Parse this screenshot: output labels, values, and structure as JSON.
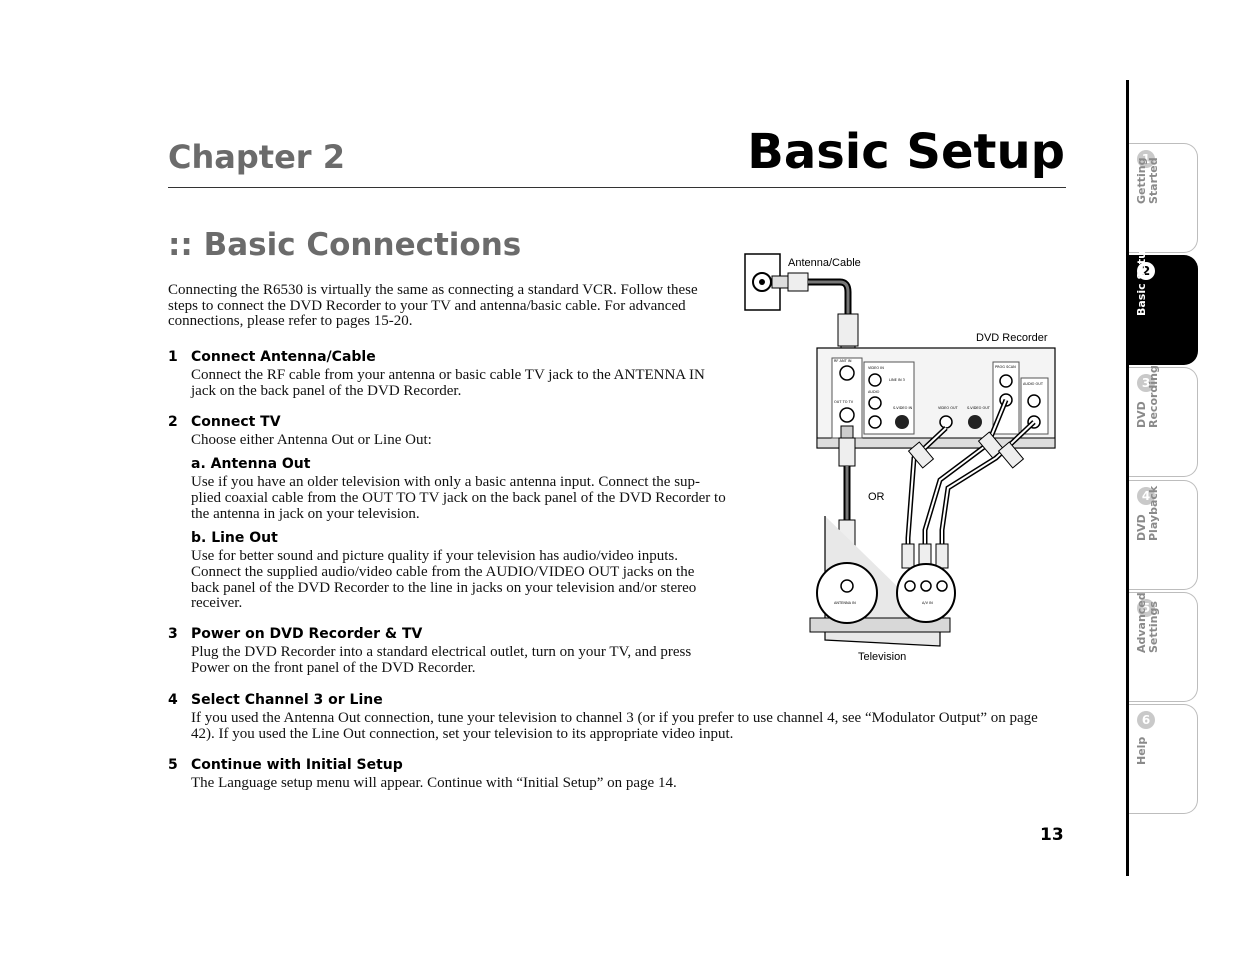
{
  "header": {
    "chapter": "Chapter 2",
    "title": "Basic Setup",
    "section": ":: Basic Connections"
  },
  "intro": "Connecting the R6530 is virtually the same as connecting a standard VCR. Follow these steps to connect the DVD Recorder to your TV and antenna/basic cable. For advanced connections, please refer to pages 15-20.",
  "steps": [
    {
      "num": "1",
      "title": "Connect Antenna/Cable",
      "body": "Connect the RF cable from your antenna or basic cable TV jack to the ANTENNA IN jack on the back panel of the DVD Recorder."
    },
    {
      "num": "2",
      "title": "Connect TV",
      "body": "Choose either Antenna Out or Line Out:",
      "subs": [
        {
          "title": "a. Antenna Out",
          "body": "Use if you have an older television with only a basic antenna input. Connect the sup-plied coaxial cable from the OUT TO TV jack on the back panel of the DVD Recorder to the antenna in jack on your television."
        },
        {
          "title": "b. Line Out",
          "body": "Use for better sound and picture quality if your television has audio/video inputs. Connect the supplied audio/video cable from the AUDIO/VIDEO OUT jacks on the back panel of the DVD Recorder to the line in jacks on your television and/or stereo receiver."
        }
      ]
    },
    {
      "num": "3",
      "title": "Power on DVD Recorder & TV",
      "body": "Plug the DVD Recorder into a standard electrical outlet, turn on your TV, and press Power on the front panel of the DVD Recorder."
    },
    {
      "num": "4",
      "title": "Select Channel 3 or Line",
      "body": "If you used the Antenna Out connection, tune your television to channel 3 (or if you prefer to use channel 4, see “Modulator Output” on page 42). If you used the Line Out connection, set your television to its appropriate video input."
    },
    {
      "num": "5",
      "title": "Continue with Initial Setup",
      "body": "The Language setup menu will appear. Continue with “Initial Setup” on page 14."
    }
  ],
  "diagram": {
    "antenna_label": "Antenna/Cable",
    "recorder_label": "DVD Recorder",
    "or_label": "OR",
    "tv_label": "Television",
    "jack_labels": {
      "rf_in": "RF ANT IN",
      "out_to_tv": "OUT TO TV",
      "video": "VIDEO IN",
      "audio": "AUDIO",
      "line_in": "LINE IN 3",
      "svideo_in": "S-VIDEO IN",
      "video_out": "VIDEO OUT",
      "svideo_out": "S-VIDEO OUT",
      "prog_scan": "PROG SCAN",
      "audio_out": "AUDIO OUT",
      "tv_antenna_in": "ANTENNA IN",
      "tv_av_in": "A/V IN"
    }
  },
  "page_number": "13",
  "side_tabs": [
    {
      "num": "1",
      "label": "Getting\nStarted",
      "active": false
    },
    {
      "num": "2",
      "label": "Basic Setup",
      "active": true
    },
    {
      "num": "3",
      "label": "DVD\nRecording",
      "active": false
    },
    {
      "num": "4",
      "label": "DVD\nPlayback",
      "active": false
    },
    {
      "num": "5",
      "label": "Advanced\nSettings",
      "active": false
    },
    {
      "num": "6",
      "label": "Help",
      "active": false
    }
  ]
}
